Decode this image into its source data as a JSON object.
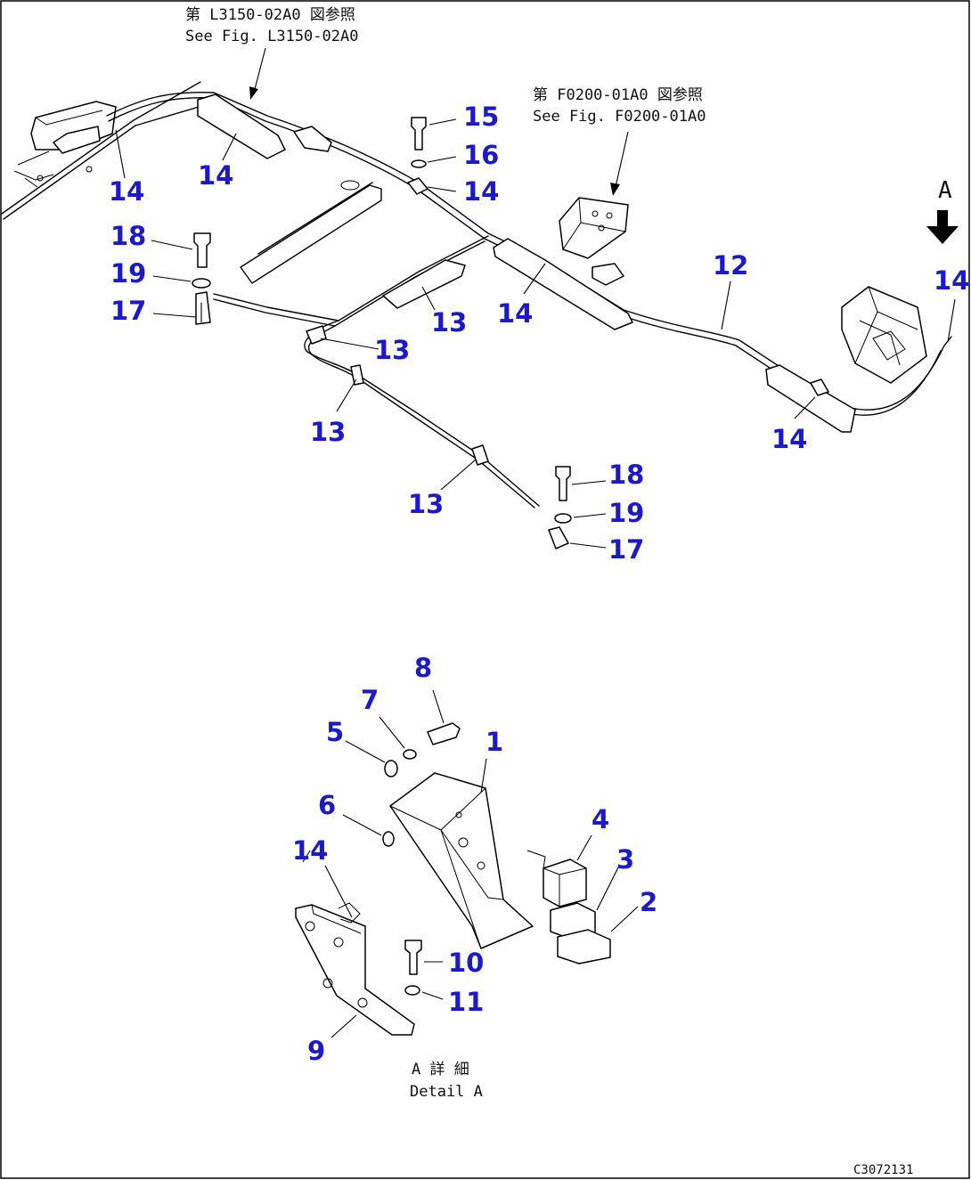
{
  "references": {
    "top_left_ja": "第 L3150-02A0 図参照",
    "top_left_en": "See Fig. L3150-02A0",
    "top_right_ja": "第 F0200-01A0 図参照",
    "top_right_en": "See Fig. F0200-01A0"
  },
  "view_marker": "A",
  "detail_label_ja": "A 詳 細",
  "detail_label_en": "Detail A",
  "drawing_id": "C3072131",
  "callout_color": "#1a1acc",
  "callouts": [
    {
      "id": "c14a",
      "label": "14"
    },
    {
      "id": "c14b",
      "label": "14"
    },
    {
      "id": "c15",
      "label": "15"
    },
    {
      "id": "c16",
      "label": "16"
    },
    {
      "id": "c14c",
      "label": "14"
    },
    {
      "id": "c18a",
      "label": "18"
    },
    {
      "id": "c19a",
      "label": "19"
    },
    {
      "id": "c17a",
      "label": "17"
    },
    {
      "id": "c13a",
      "label": "13"
    },
    {
      "id": "c13b",
      "label": "13"
    },
    {
      "id": "c14d",
      "label": "14"
    },
    {
      "id": "c12",
      "label": "12"
    },
    {
      "id": "c14e",
      "label": "14"
    },
    {
      "id": "c13c",
      "label": "13"
    },
    {
      "id": "c14f",
      "label": "14"
    },
    {
      "id": "c13d",
      "label": "13"
    },
    {
      "id": "c18b",
      "label": "18"
    },
    {
      "id": "c19b",
      "label": "19"
    },
    {
      "id": "c17b",
      "label": "17"
    },
    {
      "id": "c8",
      "label": "8"
    },
    {
      "id": "c7",
      "label": "7"
    },
    {
      "id": "c5",
      "label": "5"
    },
    {
      "id": "c1",
      "label": "1"
    },
    {
      "id": "c6",
      "label": "6"
    },
    {
      "id": "c14g",
      "label": "14"
    },
    {
      "id": "c4",
      "label": "4"
    },
    {
      "id": "c3",
      "label": "3"
    },
    {
      "id": "c2",
      "label": "2"
    },
    {
      "id": "c10",
      "label": "10"
    },
    {
      "id": "c11",
      "label": "11"
    },
    {
      "id": "c9",
      "label": "9"
    }
  ]
}
